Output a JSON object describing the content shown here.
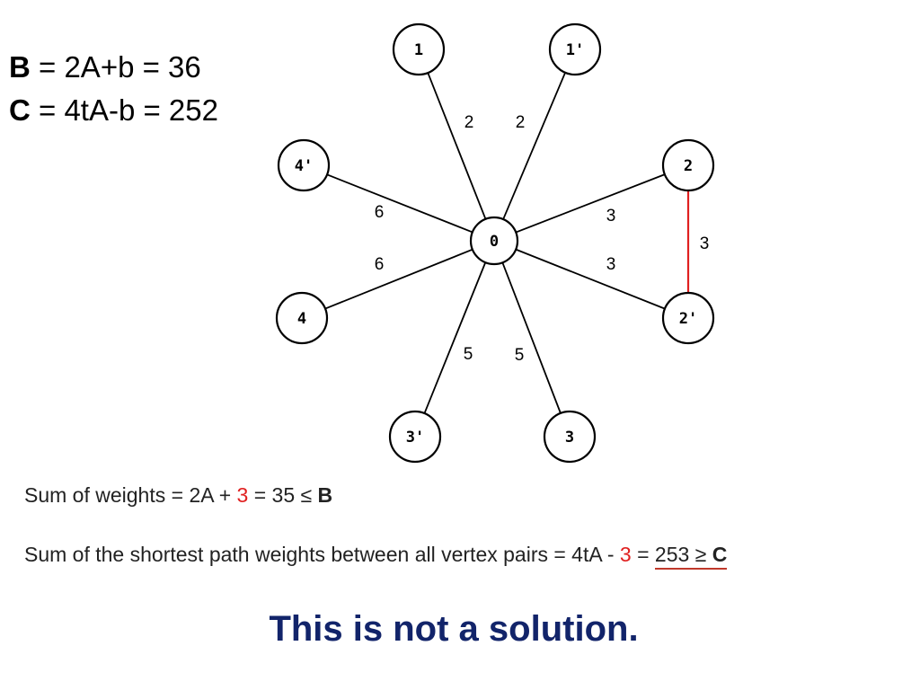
{
  "formulas": {
    "b": {
      "var": "B",
      "expr": " = 2A+b = 36"
    },
    "c": {
      "var": "C",
      "expr": " = 4tA-b = 252"
    }
  },
  "graph": {
    "center": {
      "id": "0",
      "label": "0"
    },
    "nodes": [
      {
        "id": "1",
        "label": "1"
      },
      {
        "id": "1p",
        "label": "1'"
      },
      {
        "id": "2",
        "label": "2"
      },
      {
        "id": "2p",
        "label": "2'"
      },
      {
        "id": "3",
        "label": "3"
      },
      {
        "id": "3p",
        "label": "3'"
      },
      {
        "id": "4",
        "label": "4"
      },
      {
        "id": "4p",
        "label": "4'"
      }
    ],
    "edges": [
      {
        "from": "0",
        "to": "1",
        "weight": "2"
      },
      {
        "from": "0",
        "to": "1p",
        "weight": "2"
      },
      {
        "from": "0",
        "to": "2",
        "weight": "3"
      },
      {
        "from": "0",
        "to": "2p",
        "weight": "3"
      },
      {
        "from": "0",
        "to": "3",
        "weight": "5"
      },
      {
        "from": "0",
        "to": "3p",
        "weight": "5"
      },
      {
        "from": "0",
        "to": "4",
        "weight": "6"
      },
      {
        "from": "0",
        "to": "4p",
        "weight": "6"
      },
      {
        "from": "2",
        "to": "2p",
        "weight": "3",
        "highlight": true
      }
    ],
    "highlight_color": "#e02020"
  },
  "sum_weights": {
    "prefix": "Sum of weights  = 2A + ",
    "red": "3",
    "middle": " = 35 ≤ ",
    "bold": "B"
  },
  "sum_shortest": {
    "prefix": "Sum of the shortest path weights between all vertex pairs = 4tA - ",
    "red": "3",
    "middle": " = ",
    "underlined_value": "253 ≥ ",
    "bold": "C"
  },
  "conclusion": "This is not a solution.",
  "colors": {
    "conclusion": "#12246a",
    "red": "#e02020"
  }
}
